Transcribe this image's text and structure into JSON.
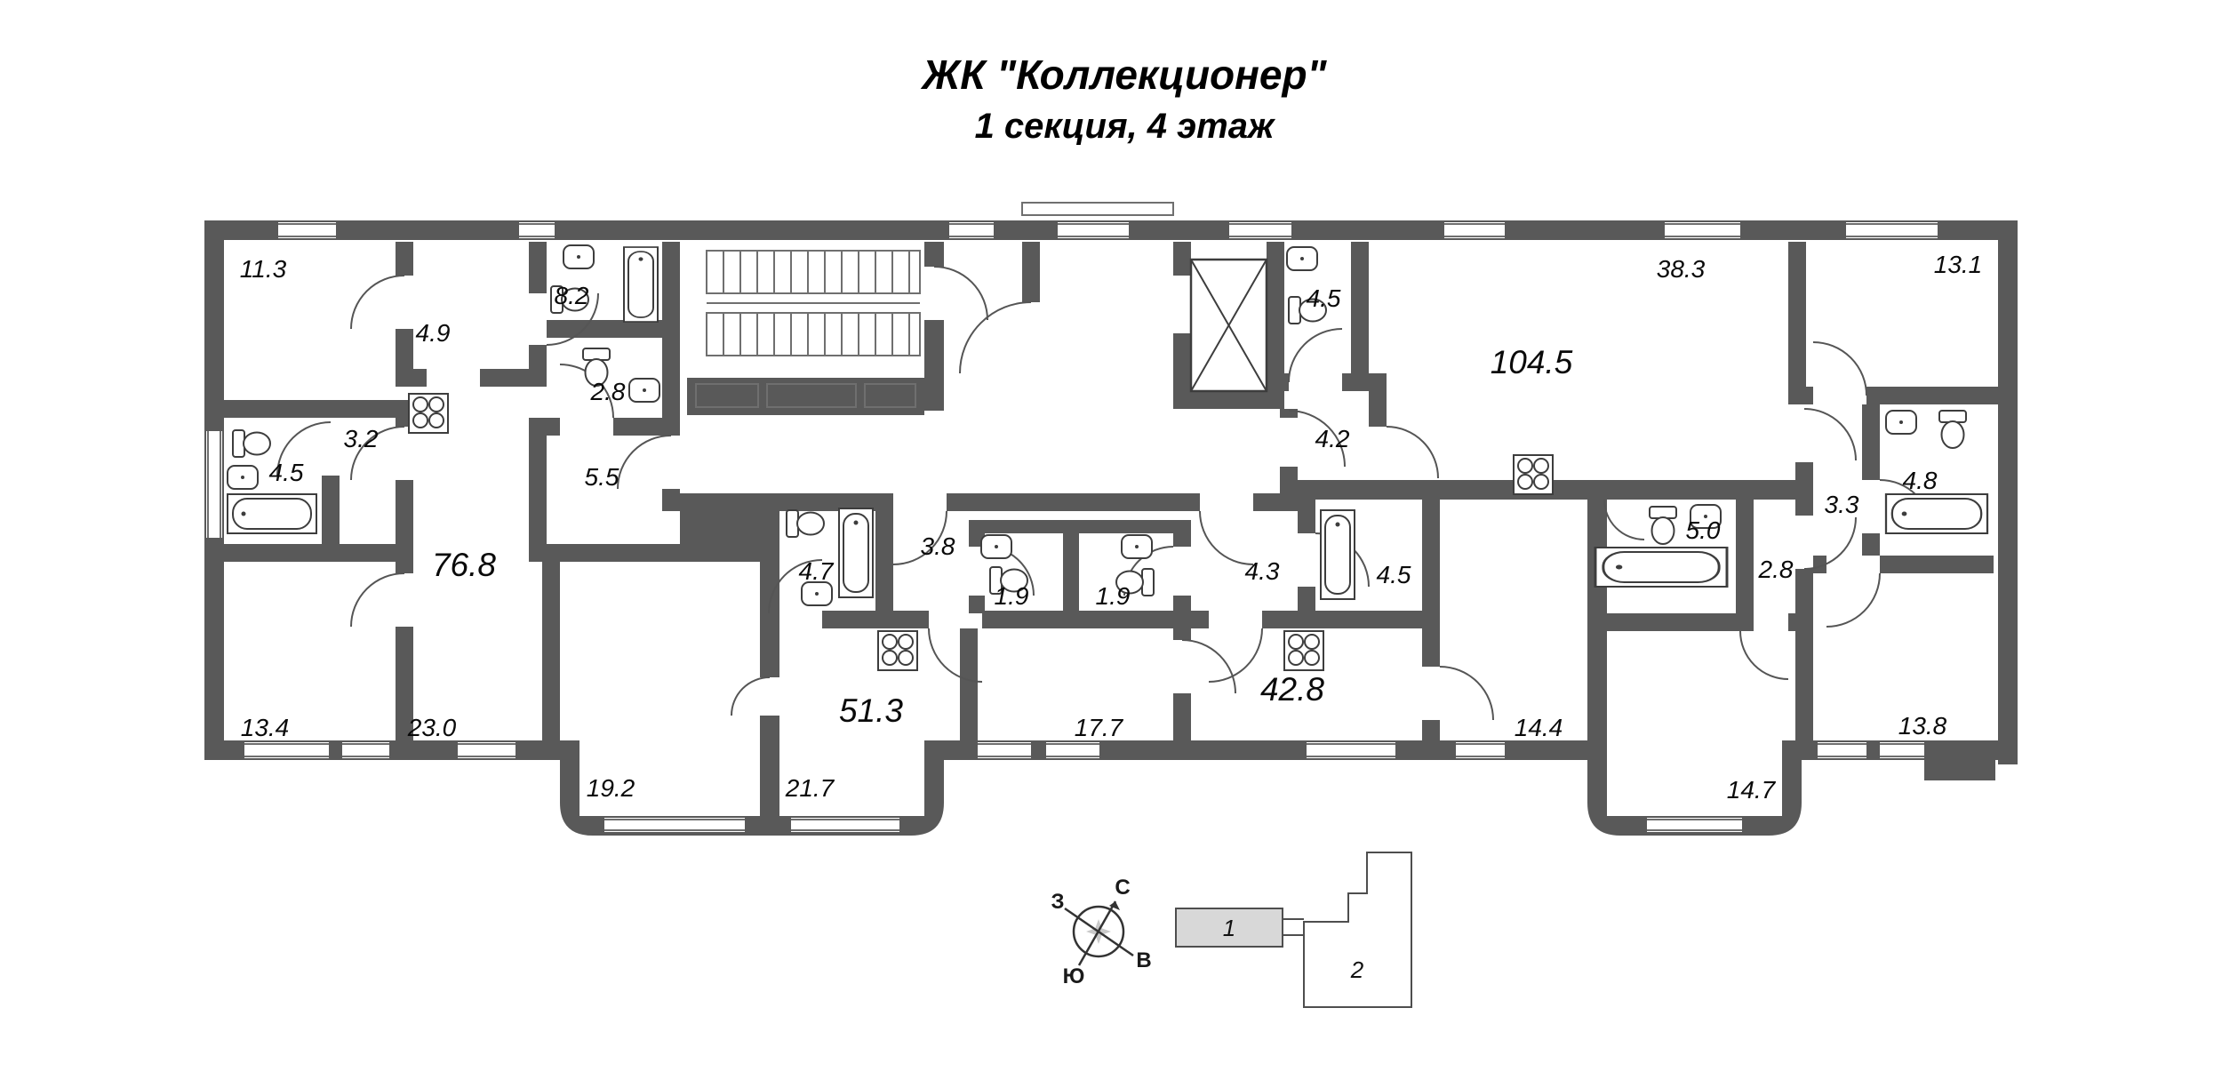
{
  "title": {
    "line1": "ЖК \"Коллекционер\"",
    "line2": "1 секция, 4 этаж"
  },
  "room_labels": [
    {
      "id": "apt-76-total",
      "value": "76.8"
    },
    {
      "id": "room-11-3",
      "value": "11.3"
    },
    {
      "id": "room-4-9",
      "value": "4.9"
    },
    {
      "id": "room-8-2",
      "value": "8.2"
    },
    {
      "id": "room-2-8-left",
      "value": "2.8"
    },
    {
      "id": "room-3-2",
      "value": "3.2"
    },
    {
      "id": "room-4-5-left",
      "value": "4.5"
    },
    {
      "id": "room-5-5",
      "value": "5.5"
    },
    {
      "id": "room-13-4",
      "value": "13.4"
    },
    {
      "id": "room-23-0",
      "value": "23.0"
    },
    {
      "id": "room-19-2",
      "value": "19.2"
    },
    {
      "id": "apt-51-total",
      "value": "51.3"
    },
    {
      "id": "room-21-7",
      "value": "21.7"
    },
    {
      "id": "room-4-7",
      "value": "4.7"
    },
    {
      "id": "room-3-8",
      "value": "3.8"
    },
    {
      "id": "room-1-9-a",
      "value": "1.9"
    },
    {
      "id": "room-1-9-b",
      "value": "1.9"
    },
    {
      "id": "room-17-7",
      "value": "17.7"
    },
    {
      "id": "apt-42-total",
      "value": "42.8"
    },
    {
      "id": "room-4-3",
      "value": "4.3"
    },
    {
      "id": "room-4-5-mid",
      "value": "4.5"
    },
    {
      "id": "room-14-4",
      "value": "14.4"
    },
    {
      "id": "apt-104-total",
      "value": "104.5"
    },
    {
      "id": "room-38-3",
      "value": "38.3"
    },
    {
      "id": "room-4-5-top",
      "value": "4.5"
    },
    {
      "id": "room-4-2",
      "value": "4.2"
    },
    {
      "id": "room-5-0",
      "value": "5.0"
    },
    {
      "id": "room-2-8-right",
      "value": "2.8"
    },
    {
      "id": "room-3-3",
      "value": "3.3"
    },
    {
      "id": "room-4-8",
      "value": "4.8"
    },
    {
      "id": "room-13-1",
      "value": "13.1"
    },
    {
      "id": "room-13-8",
      "value": "13.8"
    },
    {
      "id": "room-14-7",
      "value": "14.7"
    }
  ],
  "compass": {
    "north": "С",
    "south": "Ю",
    "west": "З",
    "east": "В"
  },
  "key_plan": {
    "section_1": "1",
    "section_2": "2"
  },
  "colors": {
    "wall": "#595959",
    "keyplan_section_fill": "#d8d8d8"
  }
}
